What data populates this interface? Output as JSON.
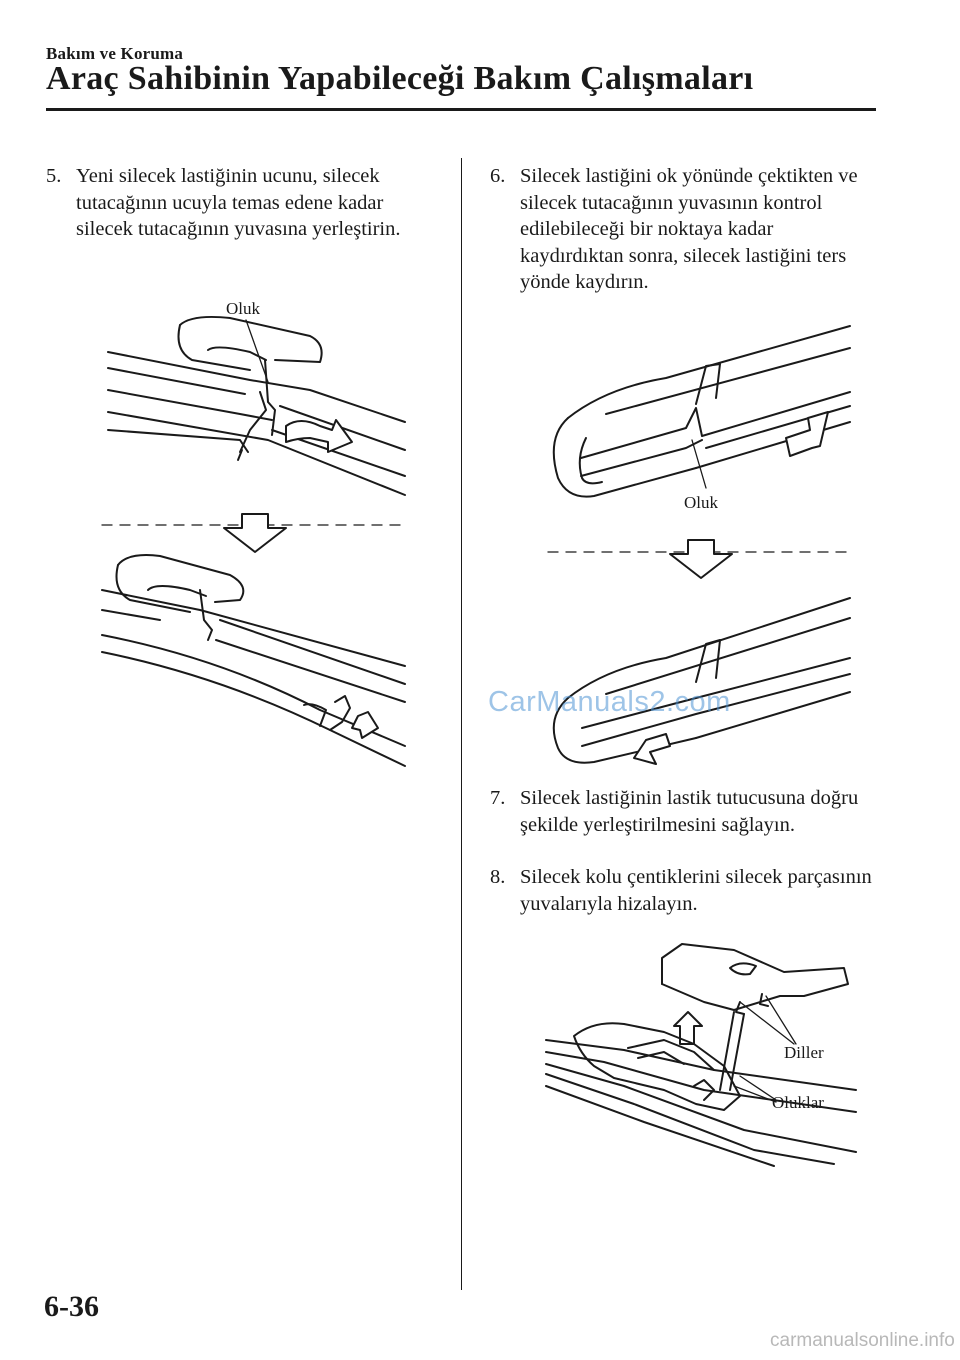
{
  "header": {
    "section": "Bakım ve Koruma",
    "title": "Araç Sahibinin Yapabileceği Bakım Çalışmaları"
  },
  "steps": [
    {
      "number": "5.",
      "text": "Yeni silecek lastiğinin ucunu, silecek tutacağının ucuyla temas edene kadar silecek tutacağının yuvasına yerleştirin."
    },
    {
      "number": "6.",
      "text": "Silecek lastiğini ok yönünde çektikten ve silecek tutacağının yuvasının kontrol edilebileceği bir noktaya kadar kaydırdıktan sonra, silecek lastiğini ters yönde kaydırın."
    },
    {
      "number": "7.",
      "text": "Silecek lastiğinin lastik tutucusuna doğru şekilde yerleştirilmesini sağlayın."
    },
    {
      "number": "8.",
      "text": "Silecek kolu çentiklerini silecek parçasının yuvalarıyla hizalayın."
    }
  ],
  "figures": {
    "fig1": {
      "callout": "Oluk"
    },
    "fig2": {
      "callout": "Oluk"
    },
    "fig3": {
      "callout_tabs": "Diller",
      "callout_grooves": "Oluklar"
    }
  },
  "page_number": "6-36",
  "watermark": "CarManuals2.com",
  "footer_mark": "carmanualsonline.info"
}
